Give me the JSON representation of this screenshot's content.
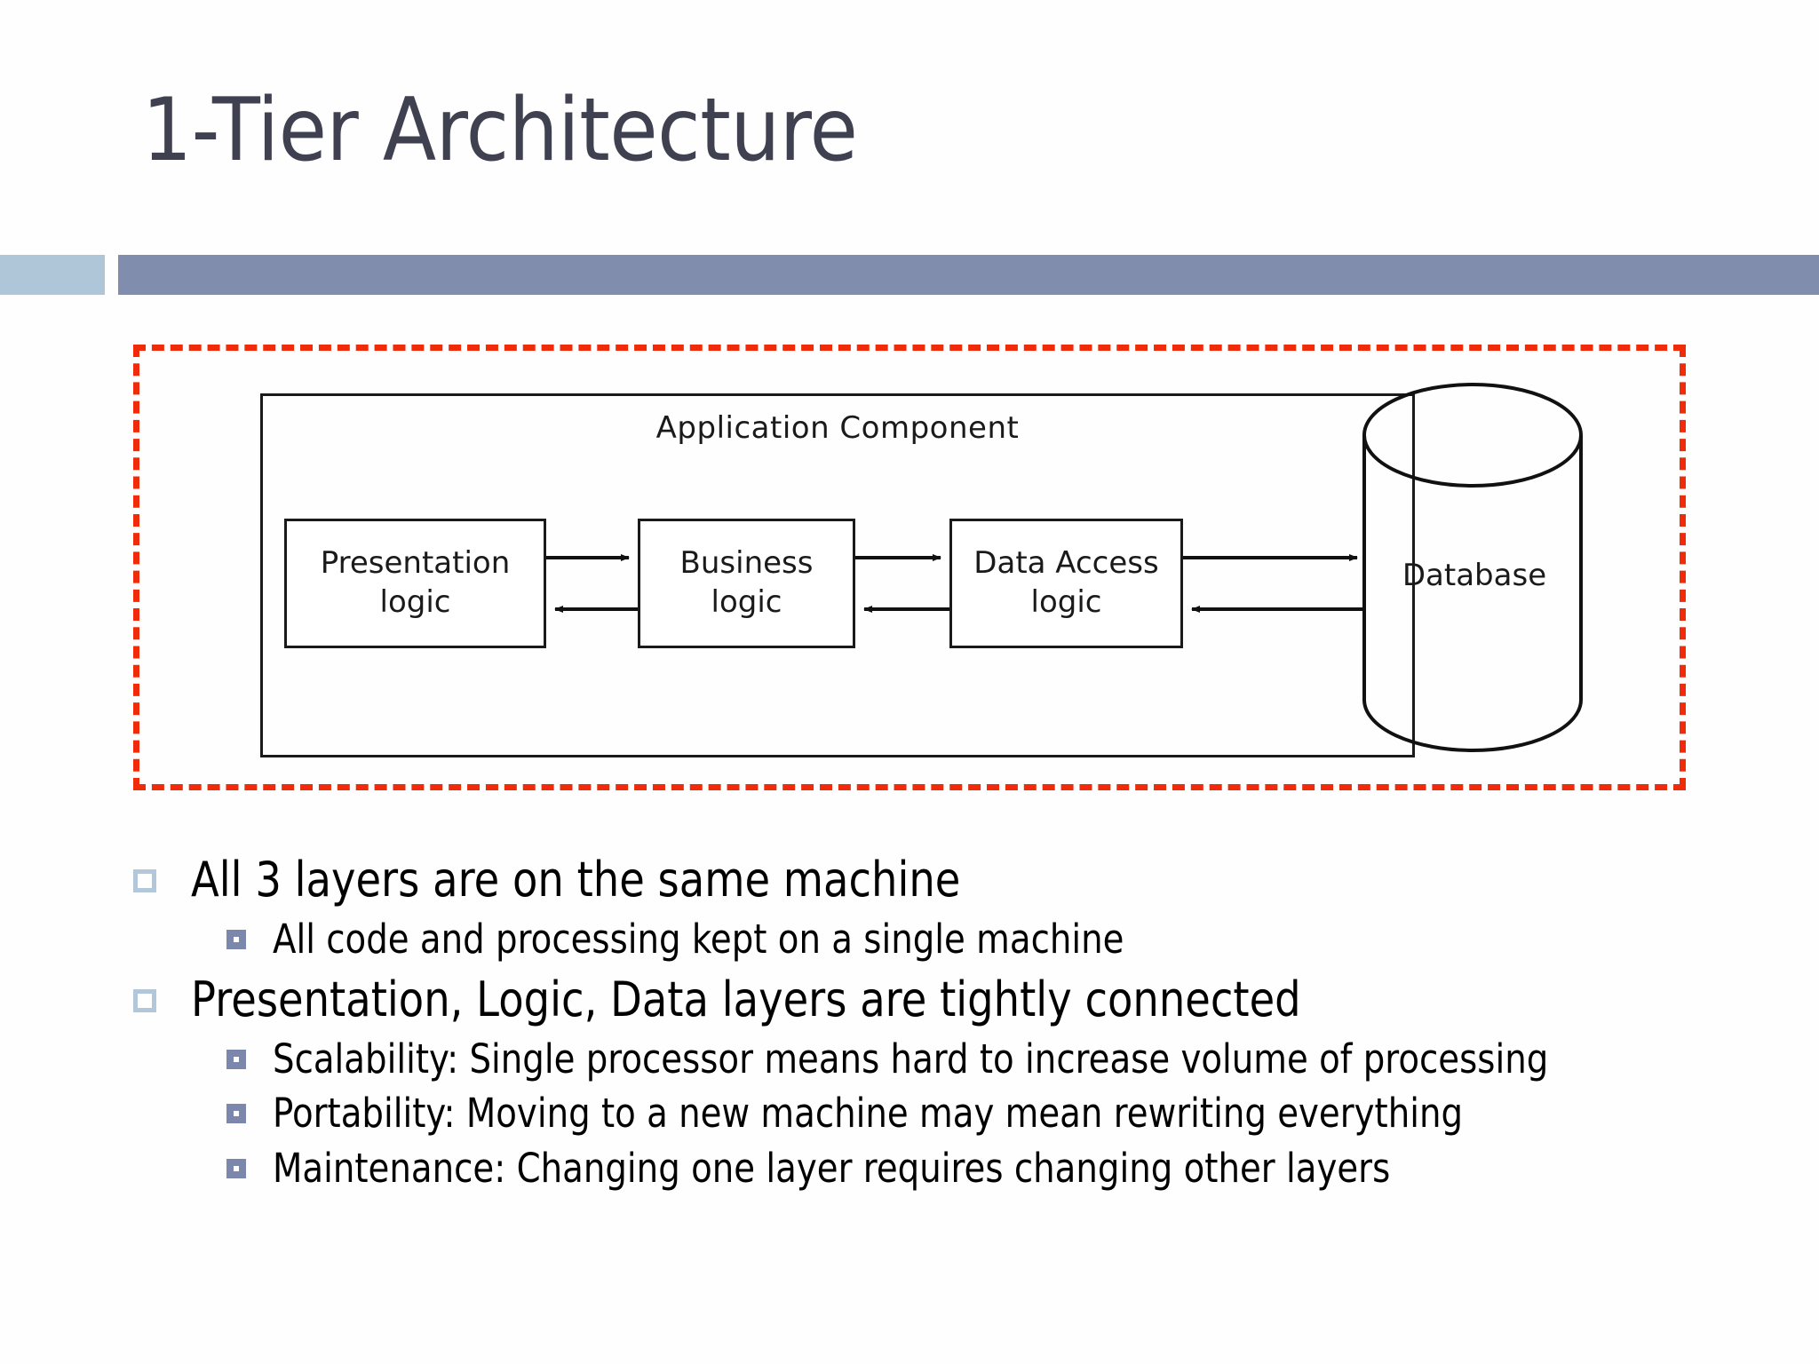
{
  "slide": {
    "title": "1-Tier Architecture",
    "title_color": "#3f4150",
    "accent_light": "#afc5d8",
    "accent_dark": "#808dad",
    "bullet_l1_color": "#b3c7da",
    "bullet_l2_color": "#7b87ab"
  },
  "diagram": {
    "frame_label": "dashed-boundary",
    "frame_color": "#ef2b09",
    "container_label": "Application Component",
    "boxes": [
      {
        "id": "presentation",
        "line1": "Presentation",
        "line2": "logic"
      },
      {
        "id": "business",
        "line1": "Business",
        "line2": "logic"
      },
      {
        "id": "dataaccess",
        "line1": "Data Access",
        "line2": "logic"
      }
    ],
    "database_label": "Database",
    "connections": [
      {
        "from": "Presentation logic",
        "to": "Business logic",
        "direction": "bidirectional"
      },
      {
        "from": "Business logic",
        "to": "Data Access logic",
        "direction": "bidirectional"
      },
      {
        "from": "Data Access logic",
        "to": "Database",
        "direction": "bidirectional"
      }
    ]
  },
  "bullets": [
    {
      "level": 1,
      "text": "All 3 layers are on the same machine",
      "children": [
        {
          "level": 2,
          "text": "All code and processing kept on a single machine"
        }
      ]
    },
    {
      "level": 1,
      "text": "Presentation, Logic, Data layers are tightly connected",
      "children": [
        {
          "level": 2,
          "text": "Scalability: Single processor means hard to increase volume of processing"
        },
        {
          "level": 2,
          "text": "Portability: Moving to a new machine may mean rewriting everything"
        },
        {
          "level": 2,
          "text": "Maintenance: Changing one layer requires changing other layers"
        }
      ]
    }
  ]
}
